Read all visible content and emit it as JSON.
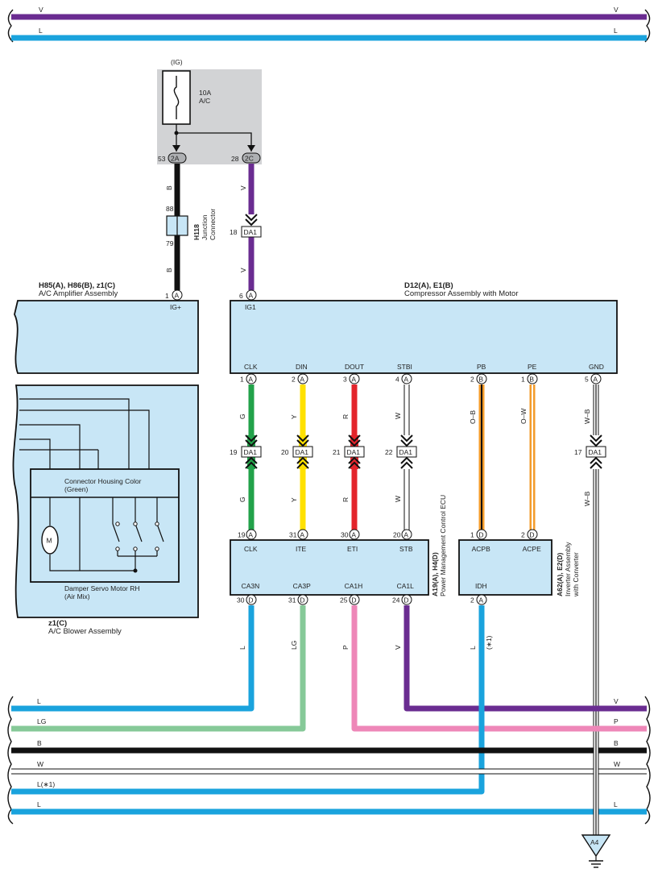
{
  "colors": {
    "V": "#6a2c91",
    "L": "#1aa3dd",
    "B": "#111111",
    "G": "#22a24a",
    "Y": "#ffe100",
    "R": "#e3242b",
    "LG": "#86c998",
    "P": "#ee87b8",
    "W": "#ffffff",
    "O": "#f39b2a",
    "box_fill": "#c8e6f6",
    "fuse_bg": "#d2d3d5"
  },
  "top_bus": [
    {
      "label_left": "V",
      "label_right": "V"
    },
    {
      "label_left": "L",
      "label_right": "L"
    }
  ],
  "fuse": {
    "header": "(IG)",
    "rating": "10A",
    "name": "A/C"
  },
  "fuse_pins": [
    {
      "num": "53",
      "conn": "2A"
    },
    {
      "num": "28",
      "conn": "2C"
    }
  ],
  "junction": {
    "code": "H118",
    "name_line1": "Junction",
    "name_line2": "Connector",
    "pin_top": "88",
    "pin_bottom": "79",
    "wire_top": "B",
    "wire_bottom": "B"
  },
  "da1_top": {
    "num": "18",
    "label": "DA1",
    "wire_top": "V",
    "wire_bottom": "V"
  },
  "amplifier": {
    "code": "H85(A), H86(B), z1(C)",
    "name": "A/C Amplifier Assembly",
    "pin_num": "1",
    "pin_conn": "A",
    "pin_label": "IG+"
  },
  "compressor": {
    "code": "D12(A), E1(B)",
    "name": "Compressor Assembly with Motor",
    "top_pin": {
      "num": "6",
      "conn": "A",
      "label": "IG1"
    },
    "pins": [
      {
        "label": "CLK",
        "num": "1",
        "conn": "A"
      },
      {
        "label": "DIN",
        "num": "2",
        "conn": "A"
      },
      {
        "label": "DOUT",
        "num": "3",
        "conn": "A"
      },
      {
        "label": "STBI",
        "num": "4",
        "conn": "A"
      },
      {
        "label": "PB",
        "num": "2",
        "conn": "B"
      },
      {
        "label": "PE",
        "num": "1",
        "conn": "B"
      },
      {
        "label": "GND",
        "num": "5",
        "conn": "A"
      }
    ]
  },
  "mid_wires": [
    {
      "code": "G",
      "code_lower": "G",
      "da_num": "19",
      "da": "DA1"
    },
    {
      "code": "Y",
      "code_lower": "Y",
      "da_num": "20",
      "da": "DA1"
    },
    {
      "code": "R",
      "code_lower": "R",
      "da_num": "21",
      "da": "DA1"
    },
    {
      "code": "W",
      "code_lower": "W",
      "da_num": "22",
      "da": "DA1"
    },
    {
      "code": "O–B",
      "code_lower": "",
      "da_num": "",
      "da": ""
    },
    {
      "code": "O–W",
      "code_lower": "",
      "da_num": "",
      "da": ""
    },
    {
      "code": "W–B",
      "code_lower": "W–B",
      "da_num": "17",
      "da": "DA1"
    }
  ],
  "ecu": {
    "code": "A19(A), H4(D)",
    "name": "Power Management Control ECU",
    "top_pins": [
      {
        "label": "CLK",
        "num": "19",
        "conn": "A"
      },
      {
        "label": "ITE",
        "num": "31",
        "conn": "A"
      },
      {
        "label": "ETI",
        "num": "30",
        "conn": "A"
      },
      {
        "label": "STB",
        "num": "20",
        "conn": "A"
      }
    ],
    "bottom_pins": [
      {
        "label": "CA3N",
        "num": "30",
        "conn": "D"
      },
      {
        "label": "CA3P",
        "num": "31",
        "conn": "D"
      },
      {
        "label": "CA1H",
        "num": "25",
        "conn": "D"
      },
      {
        "label": "CA1L",
        "num": "24",
        "conn": "D"
      }
    ]
  },
  "inverter": {
    "code": "A62(A), E2(D)",
    "name_line1": "Inverter Assembly",
    "name_line2": "with Converter",
    "top_pins": [
      {
        "label": "ACPB",
        "num": "1",
        "conn": "D"
      },
      {
        "label": "ACPE",
        "num": "2",
        "conn": "D"
      }
    ],
    "bottom_pin": {
      "label": "IDH",
      "num": "2",
      "conn": "A"
    }
  },
  "blower": {
    "code": "z1(C)",
    "name": "A/C Blower Assembly",
    "inner_label_line1": "Connector Housing Color",
    "inner_label_line2": "(Green)",
    "motor_symbol": "M",
    "servo_line1": "Damper Servo Motor RH",
    "servo_line2": "(Air Mix)"
  },
  "bottom_wire_labels": [
    {
      "label": "L",
      "note": ""
    },
    {
      "label": "LG",
      "note": ""
    },
    {
      "label": "P",
      "note": ""
    },
    {
      "label": "V",
      "note": ""
    },
    {
      "label": "L",
      "note": "(∗1)"
    }
  ],
  "bottom_bus": [
    {
      "label_left": "L",
      "label_right": "V"
    },
    {
      "label_left": "LG",
      "label_right": "P"
    },
    {
      "label_left": "B",
      "label_right": "B"
    },
    {
      "label_left": "W",
      "label_right": "W"
    },
    {
      "label_left": "L(∗1)",
      "label_right": ""
    },
    {
      "label_left": "L",
      "label_right": "L"
    }
  ],
  "ground": {
    "label": "A4"
  }
}
